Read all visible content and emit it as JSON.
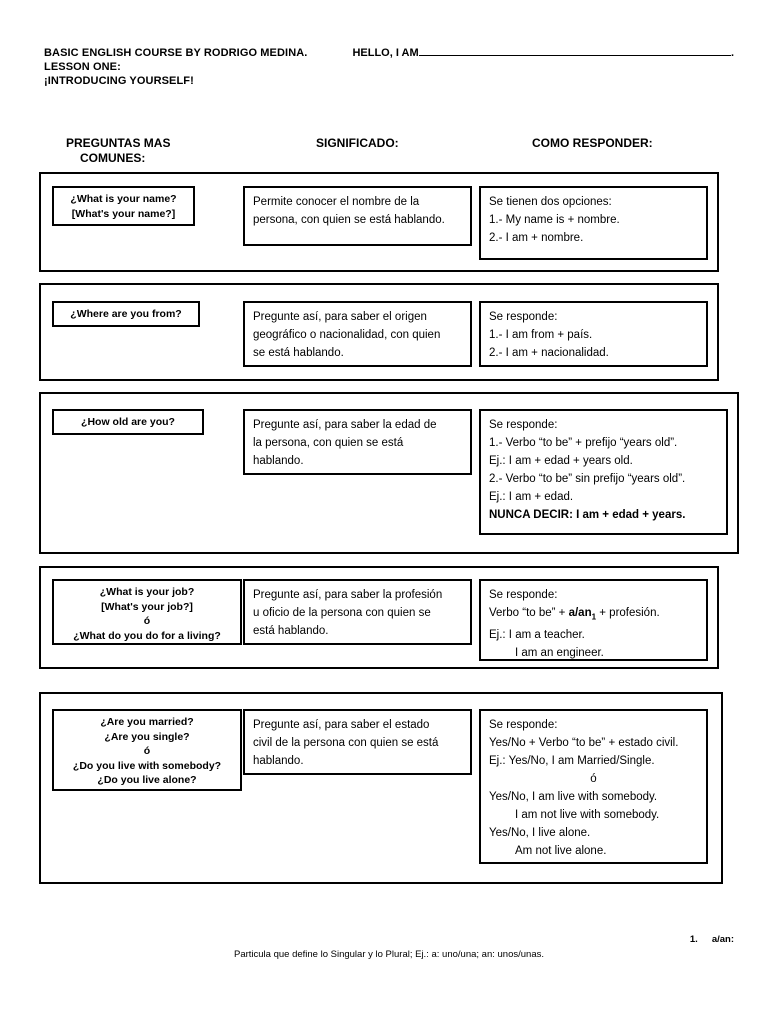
{
  "header": {
    "course": "BASIC ENGLISH COURSE BY RODRIGO MEDINA.",
    "hello_label": "HELLO, I AM",
    "hello_period": ".",
    "lesson": "LESSON ONE:",
    "topic": "¡INTRODUCING YOURSELF!"
  },
  "columns": {
    "c1_line1": "PREGUNTAS MAS",
    "c1_line2": "COMUNES:",
    "c2": "SIGNIFICADO:",
    "c3": "COMO RESPONDER:"
  },
  "rows": [
    {
      "question_lines": [
        "¿What is your name?",
        "[What's your name?]"
      ],
      "meaning_lines": [
        "Permite conocer el nombre de la",
        "persona, con quien se está hablando."
      ],
      "answer_lines": [
        {
          "text": "Se tienen dos opciones:",
          "style": "normal"
        },
        {
          "text": "1.- My name is + nombre.",
          "style": "normal"
        },
        {
          "text": "2.- I am + nombre.",
          "style": "normal"
        }
      ]
    },
    {
      "question_lines": [
        "¿Where are you from?"
      ],
      "meaning_lines": [
        "Pregunte así, para saber el origen",
        "geográfico o nacionalidad, con quien",
        "se está hablando."
      ],
      "answer_lines": [
        {
          "text": "Se responde:",
          "style": "normal"
        },
        {
          "text": "1.- I am from + país.",
          "style": "normal"
        },
        {
          "text": "2.- I am + nacionalidad.",
          "style": "normal"
        }
      ]
    },
    {
      "question_lines": [
        "¿How old are you?"
      ],
      "meaning_lines": [
        "Pregunte así, para saber la edad de",
        "la persona, con quien se está",
        "hablando."
      ],
      "answer_lines": [
        {
          "text": "Se responde:",
          "style": "normal"
        },
        {
          "text": "1.- Verbo “to be” + prefijo “years old”.",
          "style": "normal"
        },
        {
          "text": "Ej.: I am + edad + years old.",
          "style": "normal"
        },
        {
          "text": "2.- Verbo “to be” sin prefijo “years old”.",
          "style": "normal"
        },
        {
          "text": "Ej.: I am + edad.",
          "style": "normal"
        },
        {
          "text": "NUNCA DECIR: I am + edad + years.",
          "style": "bold"
        }
      ]
    },
    {
      "question_lines": [
        "¿What is your job?",
        "[What's your job?]",
        "ó",
        "¿What do you do for a living?"
      ],
      "meaning_lines": [
        "Pregunte así, para saber la profesión",
        "u oficio de la persona con quien se",
        "está hablando."
      ],
      "answer_lines": [
        {
          "text": "Se responde:",
          "style": "normal"
        },
        {
          "text": "Verbo “to be” + a/an1 + profesión.",
          "style": "subscript"
        },
        {
          "text": "Ej.: I am a teacher.",
          "style": "normal"
        },
        {
          "text": "I am an engineer.",
          "style": "indent"
        }
      ]
    },
    {
      "question_lines": [
        "¿Are you married?",
        "¿Are you single?",
        "ó",
        "¿Do you live with somebody?",
        "¿Do you live alone?"
      ],
      "meaning_lines": [
        "Pregunte así, para saber el estado",
        "civil de la persona con quien se está",
        "hablando."
      ],
      "answer_lines": [
        {
          "text": "Se responde:",
          "style": "normal"
        },
        {
          "text": "Yes/No + Verbo “to be” + estado civil.",
          "style": "normal"
        },
        {
          "text": "Ej.: Yes/No, I am Married/Single.",
          "style": "normal"
        },
        {
          "text": "ó",
          "style": "center"
        },
        {
          "text": "Yes/No, I am live with somebody.",
          "style": "normal"
        },
        {
          "text": "I am not live with somebody.",
          "style": "indent"
        },
        {
          "text": "Yes/No, I live alone.",
          "style": "normal"
        },
        {
          "text": "Am not live alone.",
          "style": "indent"
        }
      ]
    }
  ],
  "footnote": {
    "number": "1.",
    "term": "a/an:",
    "definition": "Particula que define lo Singular y lo Plural; Ej.: a: uno/una; an: unos/unas."
  }
}
